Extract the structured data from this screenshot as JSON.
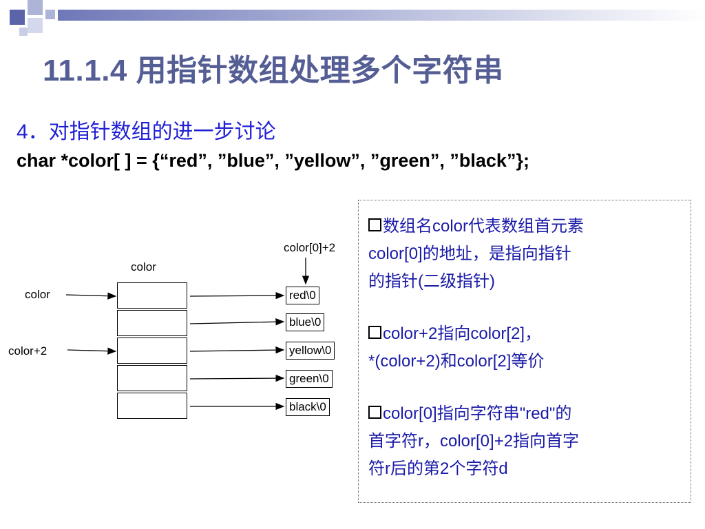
{
  "slide": {
    "title": "11.1.4  用指针数组处理多个字符串",
    "section_heading": "4．对指针数组的进一步讨论",
    "code_line": "char *color[ ] = {“red”, ”blue”, ”yellow”, ”green”, ”black”};"
  },
  "diagram": {
    "array_name_label": "color",
    "pointer_label": "color",
    "pointer_offset_label": "color+2",
    "element_offset_label": "color[0]+2",
    "strings": [
      "red\\0",
      "blue\\0",
      "yellow\\0",
      "green\\0",
      "black\\0"
    ]
  },
  "notes": [
    {
      "line1_bold": "数组名color代表数组首元素",
      "line2": "color[0]的地址，是指向指针",
      "line3": "的指针(二级指针)"
    },
    {
      "line1": "color+2指向color[2]，",
      "line2": "*(color+2)和color[2]等价"
    },
    {
      "line1": "color[0]指向字符串\"red\"的",
      "line2": "首字符r，color[0]+2指向首字",
      "line3": "符r后的第2个字符d"
    }
  ],
  "colors": {
    "title": "#555e94",
    "heading": "#1f1fd6",
    "note_text": "#1a1aa8"
  }
}
